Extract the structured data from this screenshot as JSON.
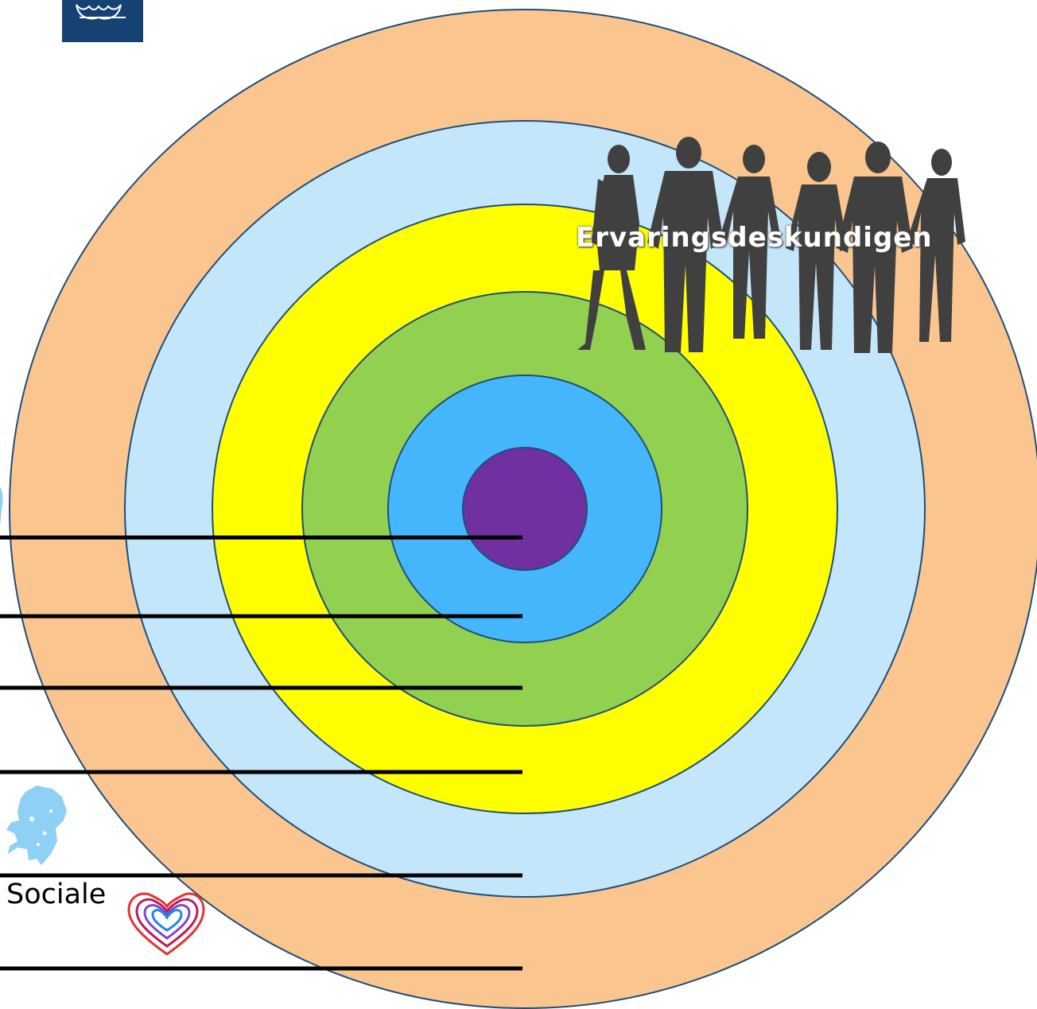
{
  "diagram": {
    "type": "concentric-target",
    "ring_colors": [
      "#fbc58f",
      "#c3e6fa",
      "#ffff00",
      "#92d050",
      "#45b6fc",
      "#7030a0"
    ],
    "outline_color": "#1f4e79",
    "line_color": "#000000"
  },
  "labels": {
    "group_label": "Ervaringsdeskundigen",
    "bottom_label": "Sociale"
  },
  "icons": {
    "logo": "rijksoverheid-logo",
    "people": "people-silhouette-icon",
    "netherlands": "netherlands-map-icon",
    "heart": "heart-icon"
  }
}
